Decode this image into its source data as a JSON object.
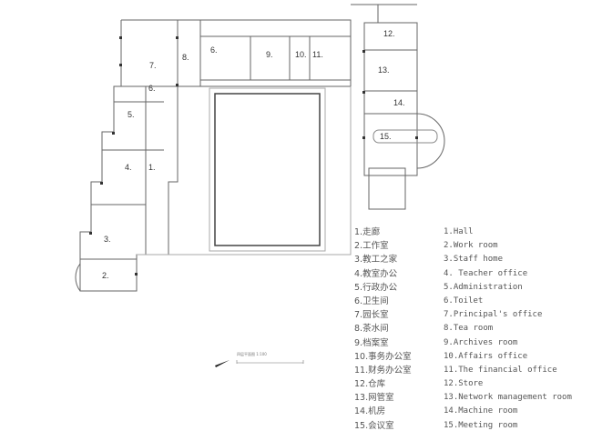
{
  "plan": {
    "room_numbers": [
      "12.",
      "13.",
      "14.",
      "15.",
      "9.",
      "10.",
      "11.",
      "8.",
      "6.",
      "7.",
      "6.",
      "5.",
      "4.",
      "1.",
      "3.",
      "2."
    ],
    "scale_label": "四层平面图 1:100"
  },
  "legend": {
    "chinese": [
      "1.走廊",
      "2.工作室",
      "3.教工之家",
      "4.教室办公",
      "5.行政办公",
      "6.卫生间",
      "7.园长室",
      "8.茶水间",
      "9.档案室",
      "10.事务办公室",
      "11.财务办公室",
      "12.仓库",
      "13.网管室",
      "14.机房",
      "15.会议室"
    ],
    "english": [
      "1.Hall",
      "2.Work room",
      "3.Staff home",
      "4. Teacher office",
      "5.Administration",
      "6.Toilet",
      "7.Principal's office",
      "8.Tea room",
      "9.Archives room",
      "10.Affairs office",
      "11.The financial office",
      "12.Store",
      "13.Network management room",
      "14.Machine room",
      "15.Meeting room"
    ]
  },
  "colors": {
    "wall": "#444444",
    "thin": "#999999",
    "text": "#555555"
  }
}
